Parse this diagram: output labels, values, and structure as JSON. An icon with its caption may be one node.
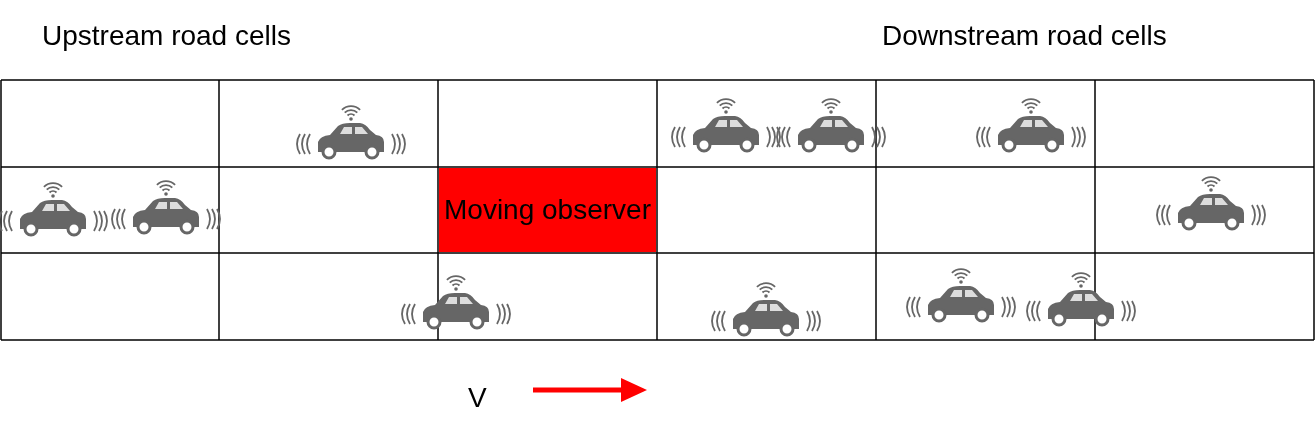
{
  "diagram": {
    "nodes": [
      {
        "text": [
          "Moving observer"
        ]
      }
    ],
    "labels": [
      "Upstream road cells",
      "Downstream road cells",
      "V"
    ]
  }
}
